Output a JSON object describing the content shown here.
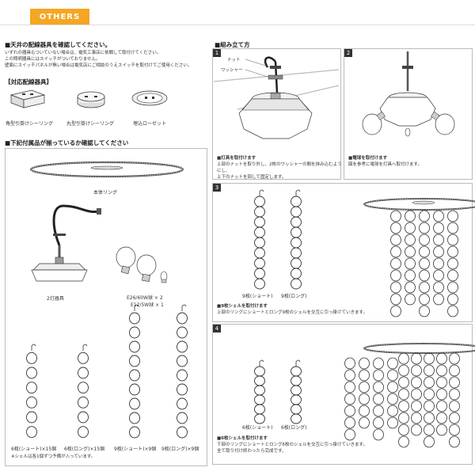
{
  "tab_label": "OTHERS",
  "left": {
    "check_title": "■天井の配線器具を確認してください。",
    "check_notes": [
      "いずれの器具もついていない場合は、電気工事店に依頼して取付けてください。",
      "この照明器具にはスイッチがついておりません。",
      "壁面にスイッチパネルが無い場合は電気店にご相談のうえスイッチを取付けてご使用ください。"
    ],
    "compatible_title": "【対応配線器具】",
    "fixtures": [
      "角型引掛けシーリング",
      "丸型引掛けシーリング",
      "埋込ローゼット"
    ],
    "parts_title": "■下記付属品が揃っているか確認してください",
    "ring_label": "本体リング",
    "fixture_label": "2灯器具",
    "bulb_labels": [
      "E26/60W球 × 2",
      "E12/5W球 × 1"
    ],
    "chain_labels": [
      "6枚(ショート)×15個",
      "6枚(ロング)×15個",
      "9枚(ショート)×9個",
      "9枚(ロング)×9個"
    ],
    "spare_note": "※シェルは各1個ずつ予備が入っています。"
  },
  "right": {
    "assembly_title": "■組み立て方",
    "steps": [
      {
        "num": "1",
        "callouts": [
          "ナット",
          "ワッシャー"
        ],
        "caption": "■灯具を取付けます",
        "desc": [
          "上部のナットを取り外し、2枚のワッシャーの間を挟み込むようにし、",
          "上下のナットを回して固定します。"
        ]
      },
      {
        "num": "2",
        "caption": "■電球を取付けます",
        "desc": [
          "図を参考に電球を灯具へ取付けます。"
        ]
      },
      {
        "num": "3",
        "chain_labels": [
          "9枚(ショート)",
          "9枚(ロング)"
        ],
        "caption": "■9枚シェルを取付けます",
        "desc": [
          "上部のリングにショートとロング9枚のシェルを交互に引っ掛けていきます。"
        ]
      },
      {
        "num": "4",
        "chain_labels": [
          "6枚(ショート)",
          "6枚(ロング)"
        ],
        "caption": "■6枚シェルを取付けます",
        "desc": [
          "下部のリングにショートとロング6枚のシェルを交互に引っ掛けていきます。",
          "全て取り付け終わったら完成です。"
        ]
      }
    ]
  }
}
